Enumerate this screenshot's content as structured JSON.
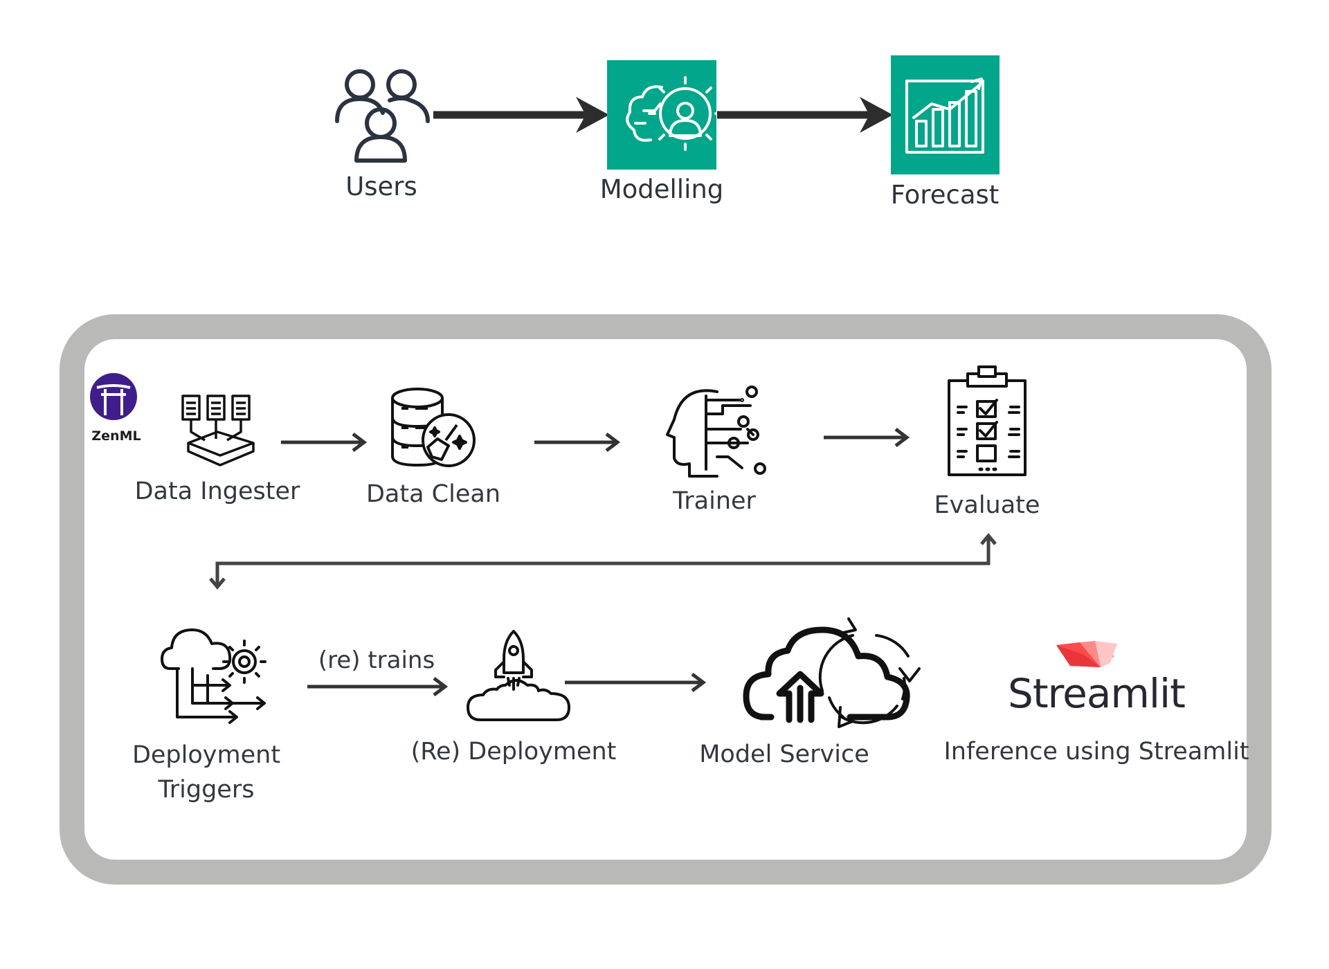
{
  "top_flow": {
    "users_label": "Users",
    "modelling_label": "Modelling",
    "forecast_label": "Forecast",
    "accent_color": "#02a68a"
  },
  "pipeline": {
    "container_border_color": "#b9b9b7",
    "zenml_logo_text": "ZenML",
    "zenml_logo_color": "#3f1e8b",
    "steps": {
      "data_ingester": "Data Ingester",
      "data_clean": "Data Clean",
      "trainer": "Trainer",
      "evaluate": "Evaluate",
      "deployment_triggers_line1": "Deployment",
      "deployment_triggers_line2": "Triggers",
      "retrains_arrow_label": "(re) trains",
      "re_deployment": "(Re) Deployment",
      "model_service": "Model Service",
      "inference": "Inference using Streamlit"
    },
    "streamlit_brand": "Streamlit",
    "streamlit_color": "#ff4b4b"
  }
}
